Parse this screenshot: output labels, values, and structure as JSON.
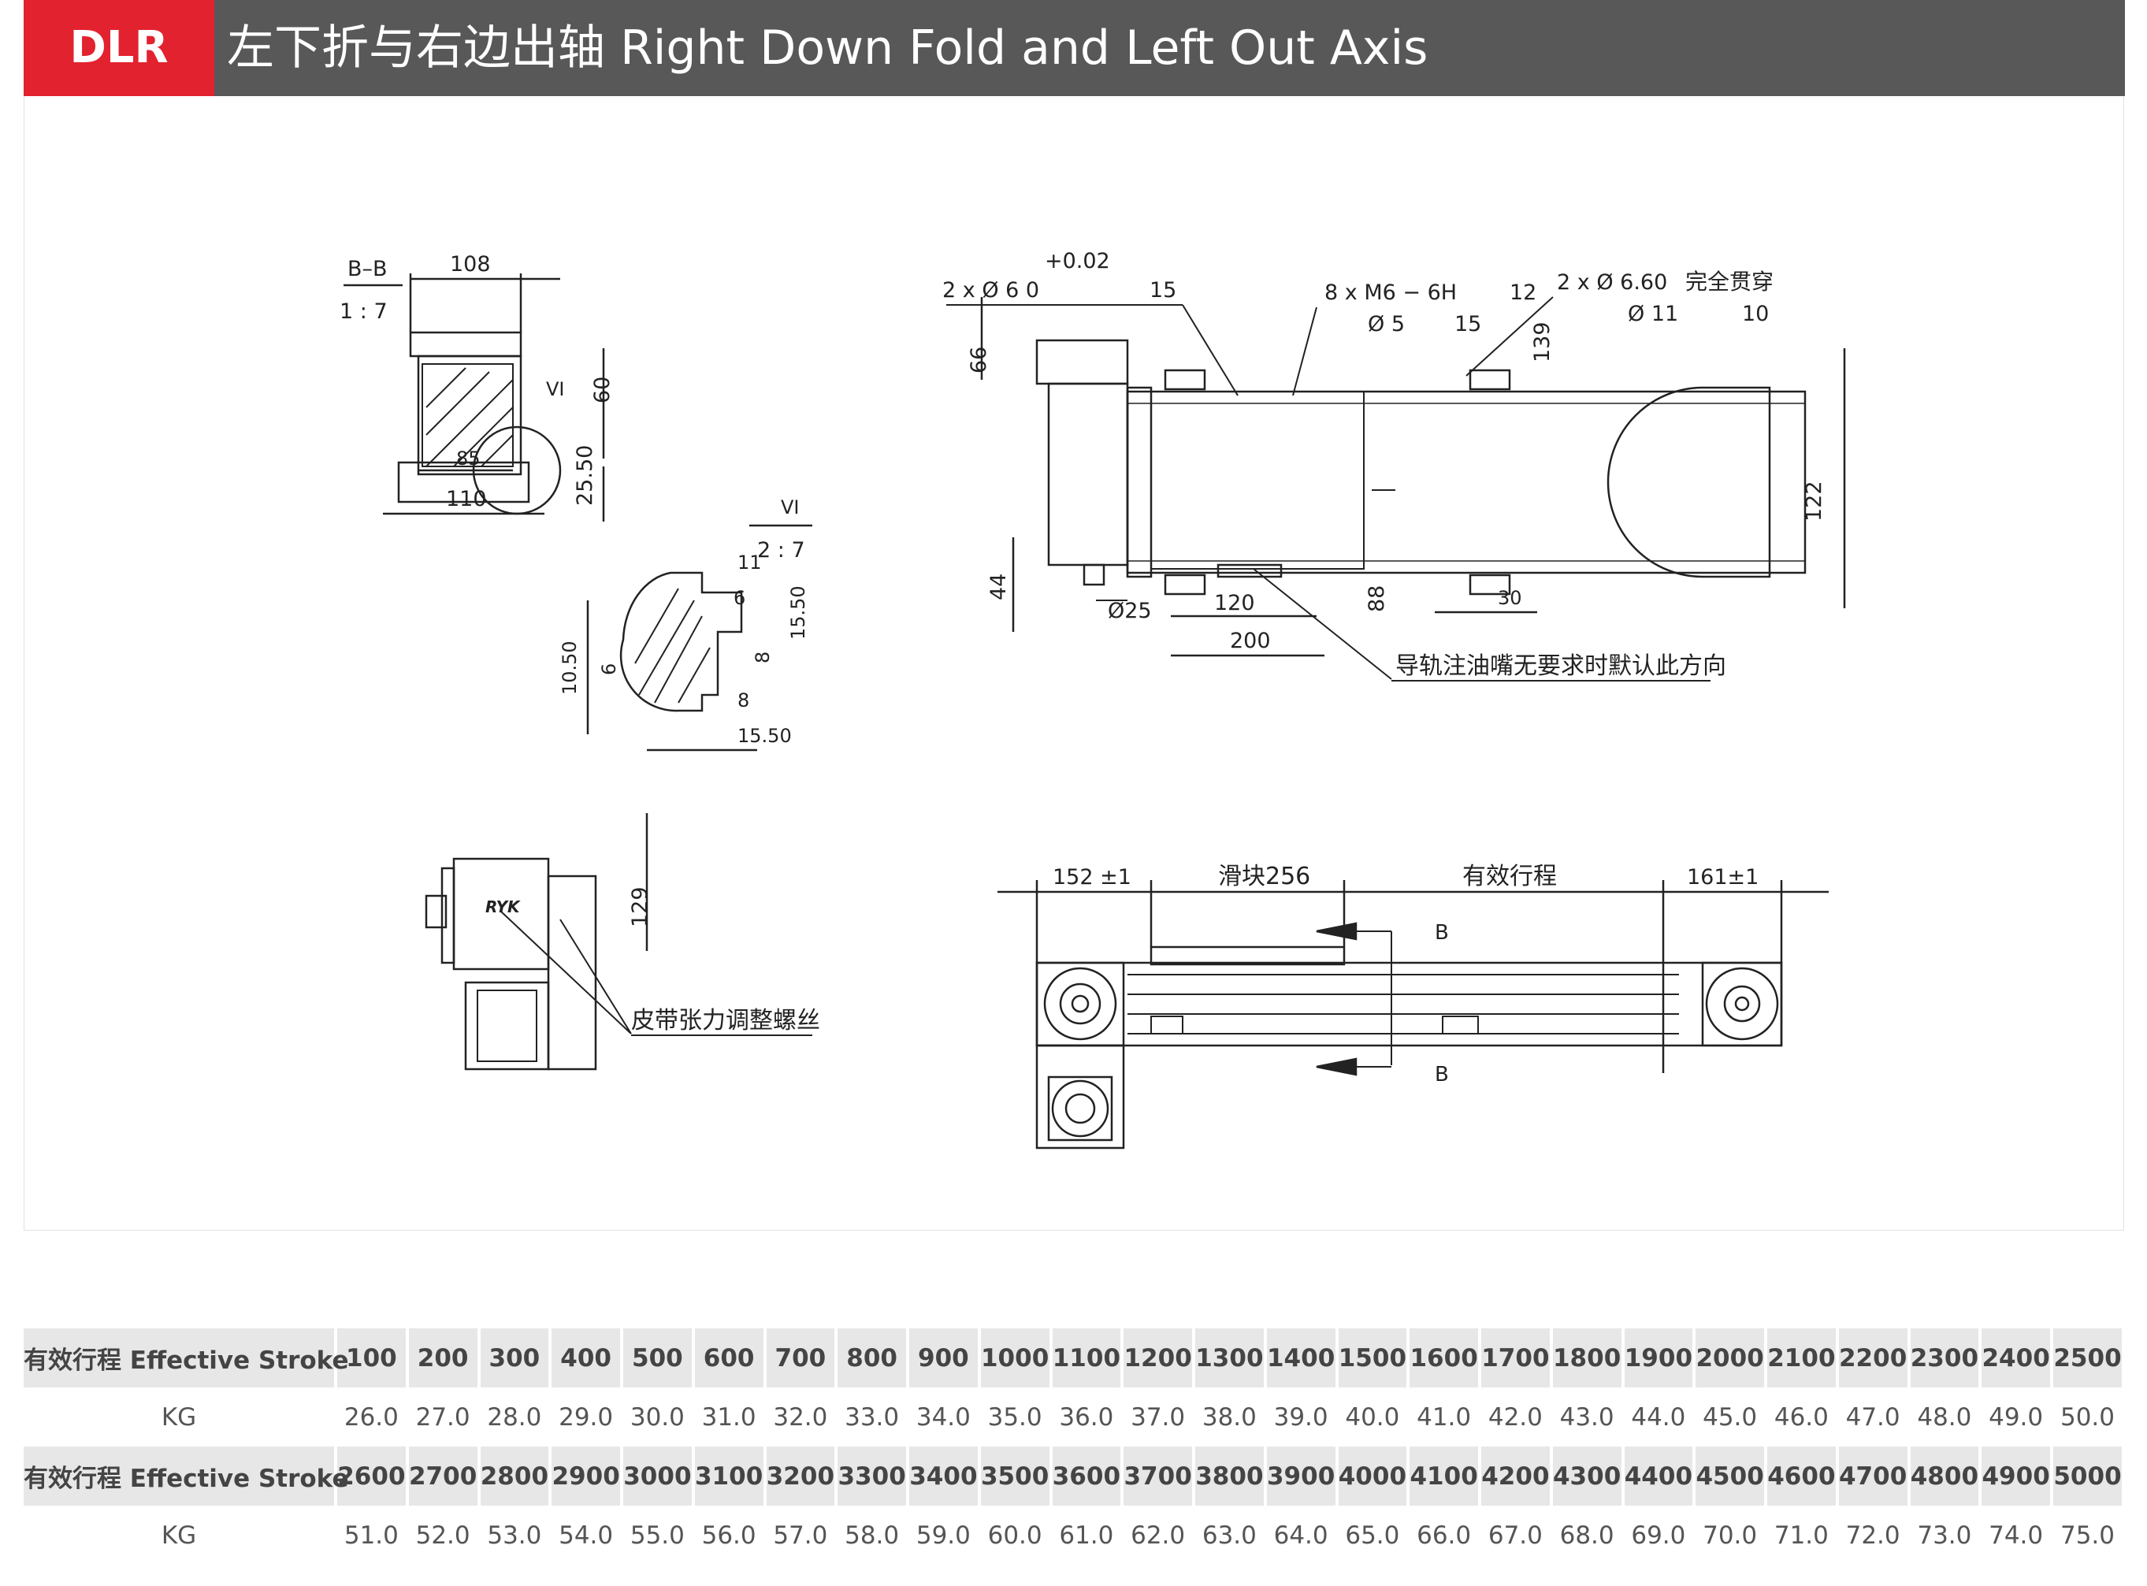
{
  "header": {
    "badge": "DLR",
    "title": "左下折与右边出轴 Right Down Fold and Left Out Axis"
  },
  "drawing": {
    "section_label": "B–B",
    "section_scale": "1 : 7",
    "detail_label": "VI",
    "detail_scale": "2 : 7",
    "dims_section": [
      "108",
      "60",
      "85",
      "110",
      "25.50"
    ],
    "dims_detail": [
      "11",
      "6",
      "15.50",
      "8",
      "10.50",
      "6",
      "8",
      "15.50"
    ],
    "dim_side": "129",
    "dims_top": [
      "+0.02",
      "2 x Ø 6  0",
      "15",
      "8 x  M6 − 6H",
      "12",
      "Ø 5",
      "15",
      "2 x  Ø 6.60",
      "Ø 11",
      "10",
      "139",
      "66",
      "122",
      "44",
      "Ø25",
      "120",
      "200",
      "88",
      "30"
    ],
    "callout_thru": "完全贯穿",
    "callout_oil": "导轨注油嘴无要求时默认此方向",
    "callout_belt": "皮带张力调整螺丝",
    "dims_plan": [
      "152 ±1",
      "滑块256",
      "有效行程",
      "161±1"
    ],
    "section_marker": "B",
    "logo": "RYK"
  },
  "table": {
    "label": "有效行程 Effective Stroke",
    "kg_label": "KG",
    "row1_strokes": [
      "100",
      "200",
      "300",
      "400",
      "500",
      "600",
      "700",
      "800",
      "900",
      "1000",
      "1100",
      "1200",
      "1300",
      "1400",
      "1500",
      "1600",
      "1700",
      "1800",
      "1900",
      "2000",
      "2100",
      "2200",
      "2300",
      "2400",
      "2500"
    ],
    "row1_kg": [
      "26.0",
      "27.0",
      "28.0",
      "29.0",
      "30.0",
      "31.0",
      "32.0",
      "33.0",
      "34.0",
      "35.0",
      "36.0",
      "37.0",
      "38.0",
      "39.0",
      "40.0",
      "41.0",
      "42.0",
      "43.0",
      "44.0",
      "45.0",
      "46.0",
      "47.0",
      "48.0",
      "49.0",
      "50.0"
    ],
    "row2_strokes": [
      "2600",
      "2700",
      "2800",
      "2900",
      "3000",
      "3100",
      "3200",
      "3300",
      "3400",
      "3500",
      "3600",
      "3700",
      "3800",
      "3900",
      "4000",
      "4100",
      "4200",
      "4300",
      "4400",
      "4500",
      "4600",
      "4700",
      "4800",
      "4900",
      "5000"
    ],
    "row2_kg": [
      "51.0",
      "52.0",
      "53.0",
      "54.0",
      "55.0",
      "56.0",
      "57.0",
      "58.0",
      "59.0",
      "60.0",
      "61.0",
      "62.0",
      "63.0",
      "64.0",
      "65.0",
      "66.0",
      "67.0",
      "68.0",
      "69.0",
      "70.0",
      "71.0",
      "72.0",
      "73.0",
      "74.0",
      "75.0"
    ]
  }
}
